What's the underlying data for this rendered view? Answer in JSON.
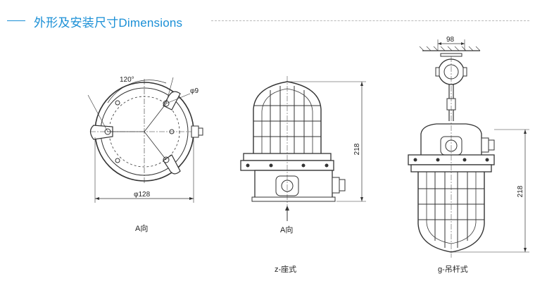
{
  "header": {
    "title": "外形及安装尺寸Dimensions",
    "accent_color": "#1a8fd6"
  },
  "views": {
    "a_view": {
      "angle_label": "120°",
      "hole_label": "φ9",
      "diameter_label": "φ128",
      "caption": "A向"
    },
    "z_mount": {
      "height_label": "218",
      "arrow_label": "A向",
      "caption": "z-座式"
    },
    "g_mount": {
      "width_label": "98",
      "height_label": "218",
      "caption": "g-吊杆式"
    }
  }
}
